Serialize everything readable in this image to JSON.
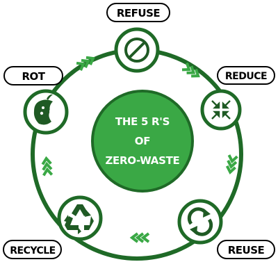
{
  "center": {
    "line1": "THE 5 R'S",
    "line2": "OF",
    "line3": "ZERO-WASTE"
  },
  "steps": [
    {
      "label": "REFUSE",
      "icon": "ban-icon"
    },
    {
      "label": "REDUCE",
      "icon": "compress-arrows-icon"
    },
    {
      "label": "REUSE",
      "icon": "refresh-arrows-icon"
    },
    {
      "label": "RECYCLE",
      "icon": "recycle-icon"
    },
    {
      "label": "ROT",
      "icon": "apple-core-icon"
    }
  ],
  "colors": {
    "ring": "#1f6a27",
    "center_fill": "#3aa845",
    "icon_dark": "#1f5a24",
    "chevron": "#3aa845"
  }
}
